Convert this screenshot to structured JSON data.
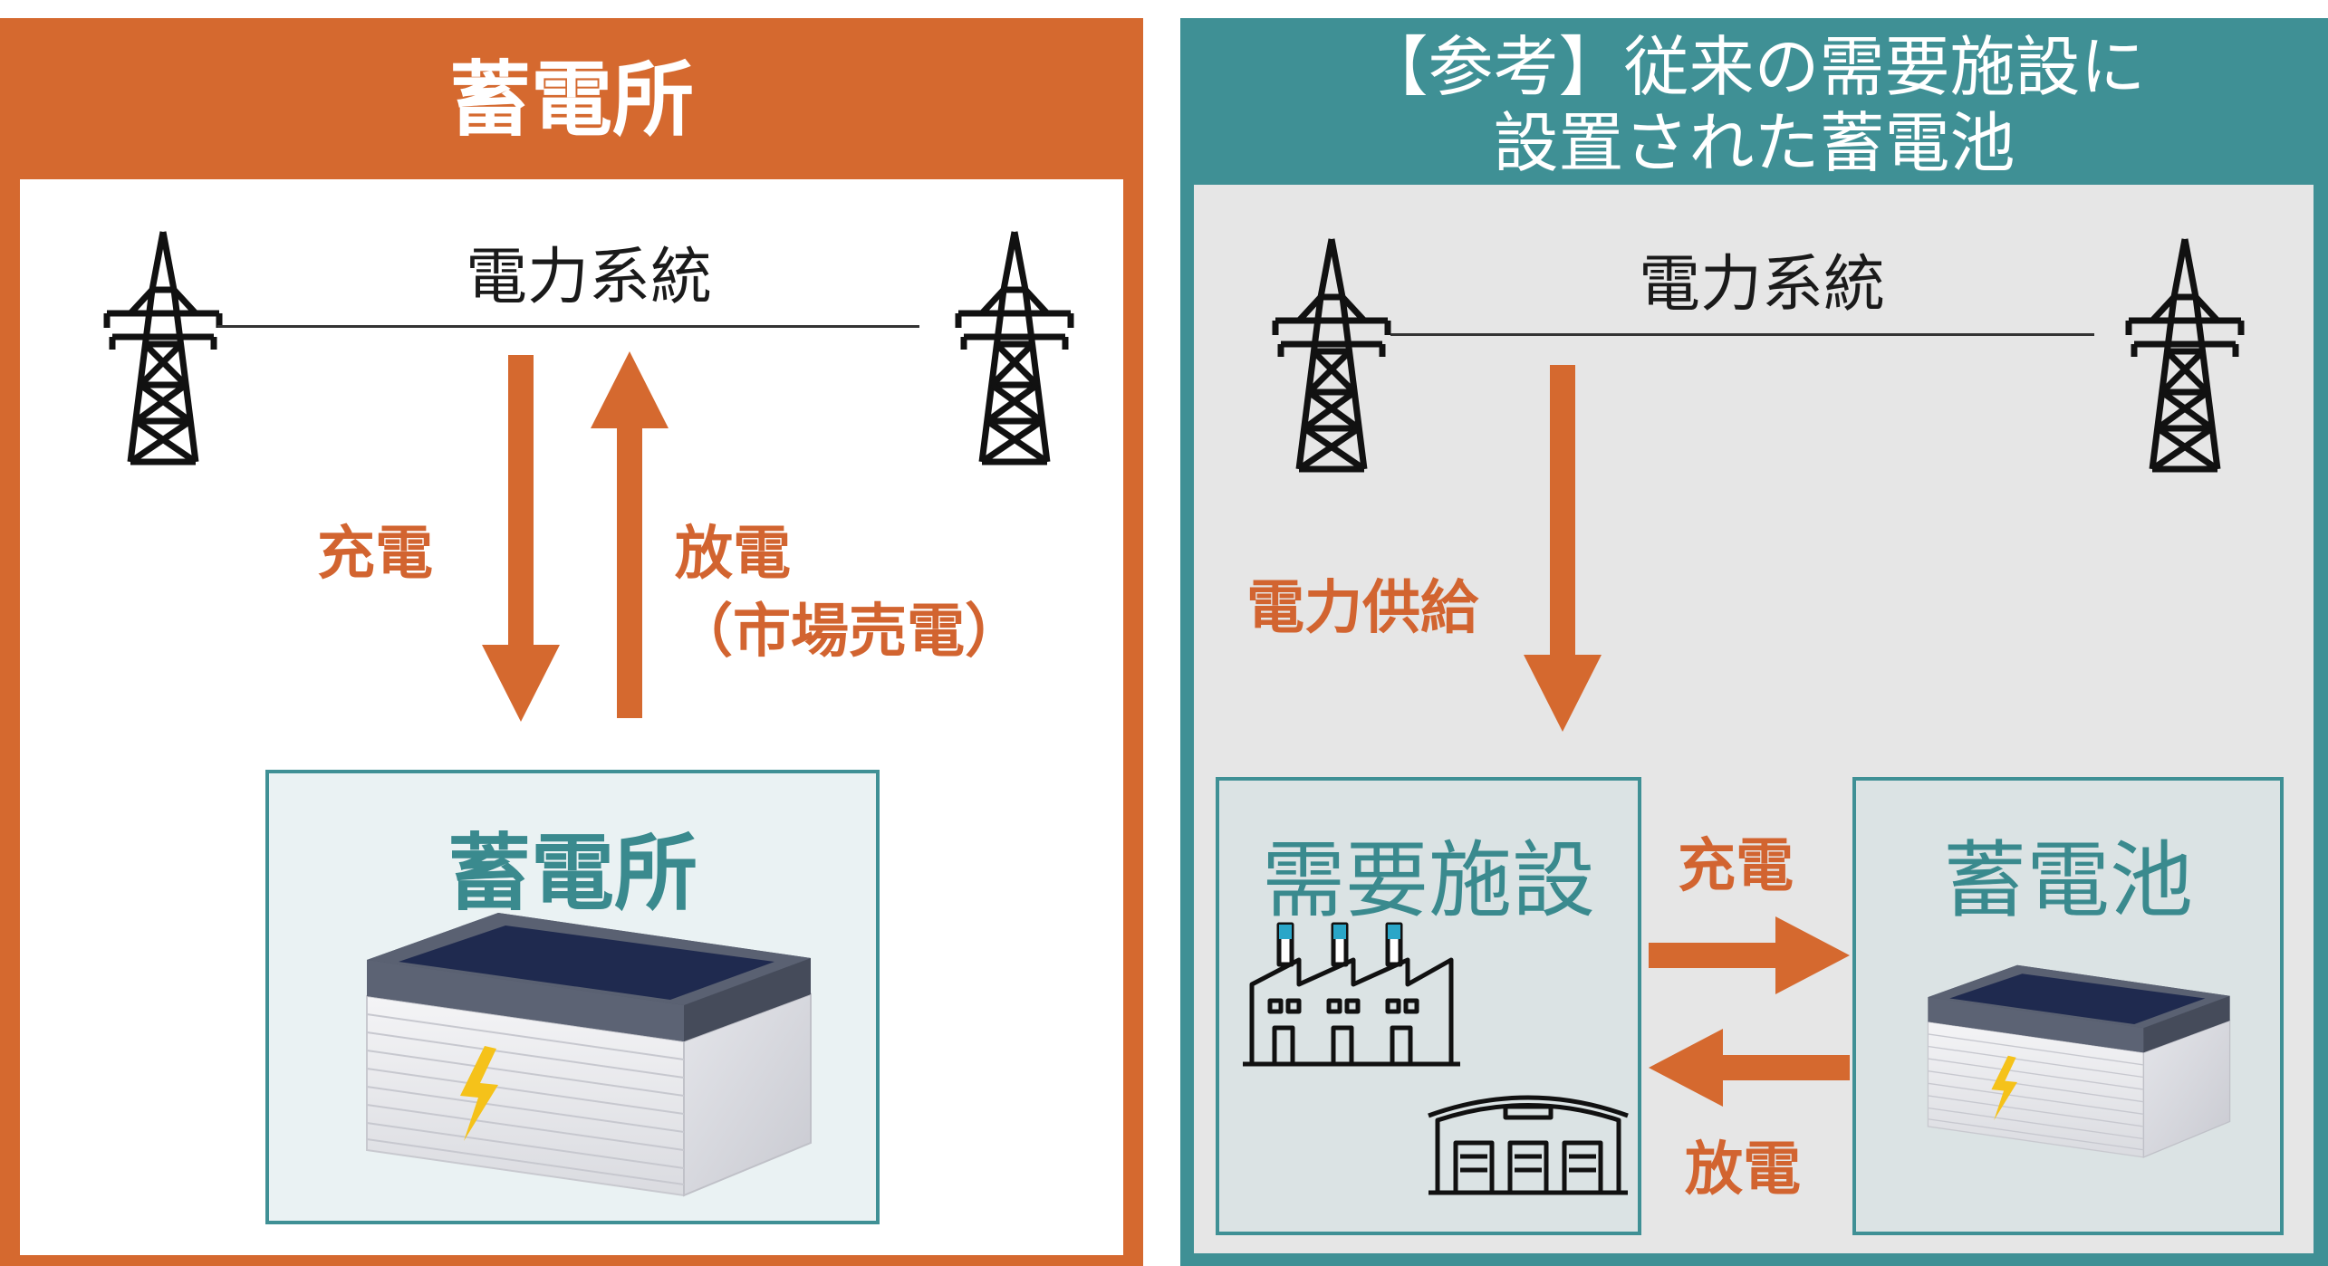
{
  "colors": {
    "orange": "#D5692F",
    "teal": "#3F9095",
    "right_panel_bg": "#E6E6E6",
    "battery_box_bg": "#EAF2F3",
    "facility_box_bg": "#DBE3E4",
    "label_orange": "#D26430"
  },
  "left_panel": {
    "title": "蓄電所",
    "grid_label": "電力系統",
    "charge_label": "充電",
    "discharge_label": "放電",
    "discharge_sub_label": "（市場売電）",
    "station_box_title": "蓄電所",
    "icons": [
      "pylon-icon",
      "pylon-icon",
      "battery-icon",
      "lightning-icon"
    ]
  },
  "right_panel": {
    "title_line1": "【参考】従来の需要施設に",
    "title_line2": "設置された蓄電池",
    "grid_label": "電力系統",
    "supply_label": "電力供給",
    "facility_box_title": "需要施設",
    "battery_box_title": "蓄電池",
    "charge_label": "充電",
    "discharge_label": "放電",
    "icons": [
      "pylon-icon",
      "pylon-icon",
      "factory-icon",
      "warehouse-icon",
      "battery-icon",
      "lightning-icon"
    ]
  }
}
